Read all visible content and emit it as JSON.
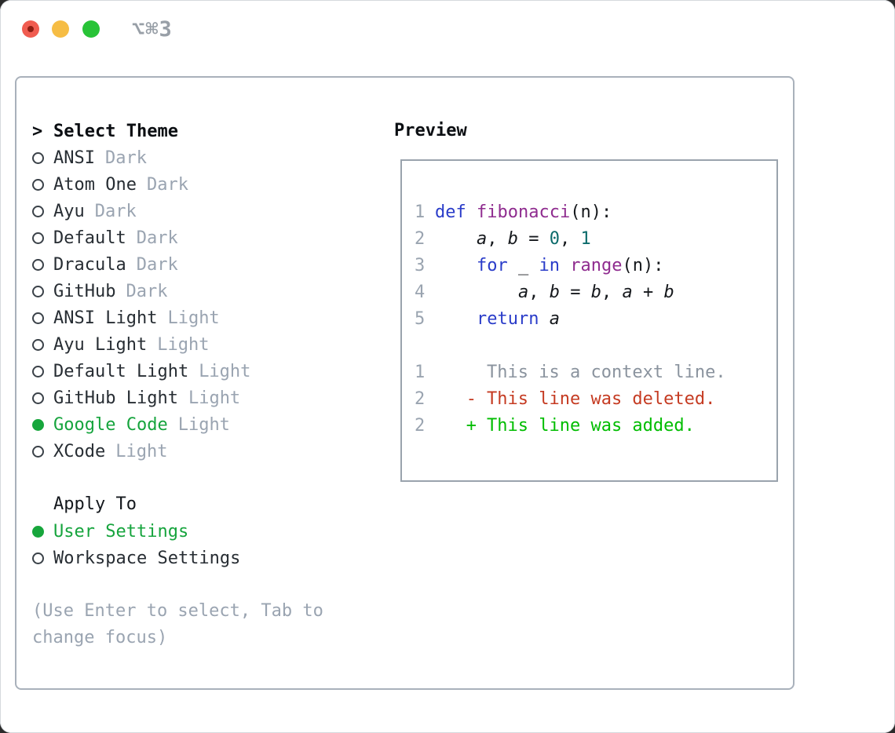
{
  "window": {
    "title": "⌥⌘3",
    "traffic_lights": [
      "close",
      "minimize",
      "zoom"
    ]
  },
  "colors": {
    "accent_green": "#17a63c",
    "muted_gray": "#9aa4b1",
    "keyword_blue": "#2a3cc9",
    "function_purple": "#8f2c8f",
    "literal_teal": "#0c6b6b",
    "diff_deleted_red": "#c53b22",
    "diff_added_green": "#00bd00",
    "panel_border": "#a9b1bb"
  },
  "theme_selector": {
    "header_prefix": ">",
    "header": "Select Theme",
    "themes": [
      {
        "name": "ANSI",
        "variant": "Dark",
        "selected": false
      },
      {
        "name": "Atom One",
        "variant": "Dark",
        "selected": false
      },
      {
        "name": "Ayu",
        "variant": "Dark",
        "selected": false
      },
      {
        "name": "Default",
        "variant": "Dark",
        "selected": false
      },
      {
        "name": "Dracula",
        "variant": "Dark",
        "selected": false
      },
      {
        "name": "GitHub",
        "variant": "Dark",
        "selected": false
      },
      {
        "name": "ANSI Light",
        "variant": "Light",
        "selected": false
      },
      {
        "name": "Ayu Light",
        "variant": "Light",
        "selected": false
      },
      {
        "name": "Default Light",
        "variant": "Light",
        "selected": false
      },
      {
        "name": "GitHub Light",
        "variant": "Light",
        "selected": false
      },
      {
        "name": "Google Code",
        "variant": "Light",
        "selected": true
      },
      {
        "name": "XCode",
        "variant": "Light",
        "selected": false
      }
    ],
    "apply_to": {
      "header": "Apply To",
      "options": [
        {
          "label": "User Settings",
          "selected": true
        },
        {
          "label": "Workspace Settings",
          "selected": false
        }
      ]
    },
    "help_text": "(Use Enter to select, Tab to change focus)"
  },
  "preview": {
    "title": "Preview",
    "code_lines": [
      {
        "num": "1",
        "tokens": [
          {
            "t": "def",
            "c": "kw"
          },
          {
            "t": " ",
            "c": "pln"
          },
          {
            "t": "fibonacci",
            "c": "fn"
          },
          {
            "t": "(n):",
            "c": "pln"
          }
        ]
      },
      {
        "num": "2",
        "tokens": [
          {
            "t": "    ",
            "c": "pln"
          },
          {
            "t": "a",
            "c": "var"
          },
          {
            "t": ", ",
            "c": "pln"
          },
          {
            "t": "b",
            "c": "var"
          },
          {
            "t": " = ",
            "c": "pln"
          },
          {
            "t": "0",
            "c": "num"
          },
          {
            "t": ", ",
            "c": "pln"
          },
          {
            "t": "1",
            "c": "num"
          }
        ]
      },
      {
        "num": "3",
        "tokens": [
          {
            "t": "    ",
            "c": "pln"
          },
          {
            "t": "for",
            "c": "kw"
          },
          {
            "t": " _ ",
            "c": "pln"
          },
          {
            "t": "in",
            "c": "kw"
          },
          {
            "t": " ",
            "c": "pln"
          },
          {
            "t": "range",
            "c": "fn"
          },
          {
            "t": "(n):",
            "c": "pln"
          }
        ]
      },
      {
        "num": "4",
        "tokens": [
          {
            "t": "        ",
            "c": "pln"
          },
          {
            "t": "a",
            "c": "var"
          },
          {
            "t": ", ",
            "c": "pln"
          },
          {
            "t": "b",
            "c": "var"
          },
          {
            "t": " = ",
            "c": "pln"
          },
          {
            "t": "b",
            "c": "var"
          },
          {
            "t": ", ",
            "c": "pln"
          },
          {
            "t": "a",
            "c": "var"
          },
          {
            "t": " + ",
            "c": "pln"
          },
          {
            "t": "b",
            "c": "var"
          }
        ]
      },
      {
        "num": "5",
        "tokens": [
          {
            "t": "    ",
            "c": "pln"
          },
          {
            "t": "return",
            "c": "kw"
          },
          {
            "t": " ",
            "c": "pln"
          },
          {
            "t": "a",
            "c": "var"
          }
        ]
      }
    ],
    "diff_lines": [
      {
        "num": "1",
        "marker": "",
        "text": "This is a context line.",
        "kind": "context"
      },
      {
        "num": "2",
        "marker": "-",
        "text": "This line was deleted.",
        "kind": "deleted"
      },
      {
        "num": "2",
        "marker": "+",
        "text": "This line was added.",
        "kind": "added"
      }
    ]
  }
}
